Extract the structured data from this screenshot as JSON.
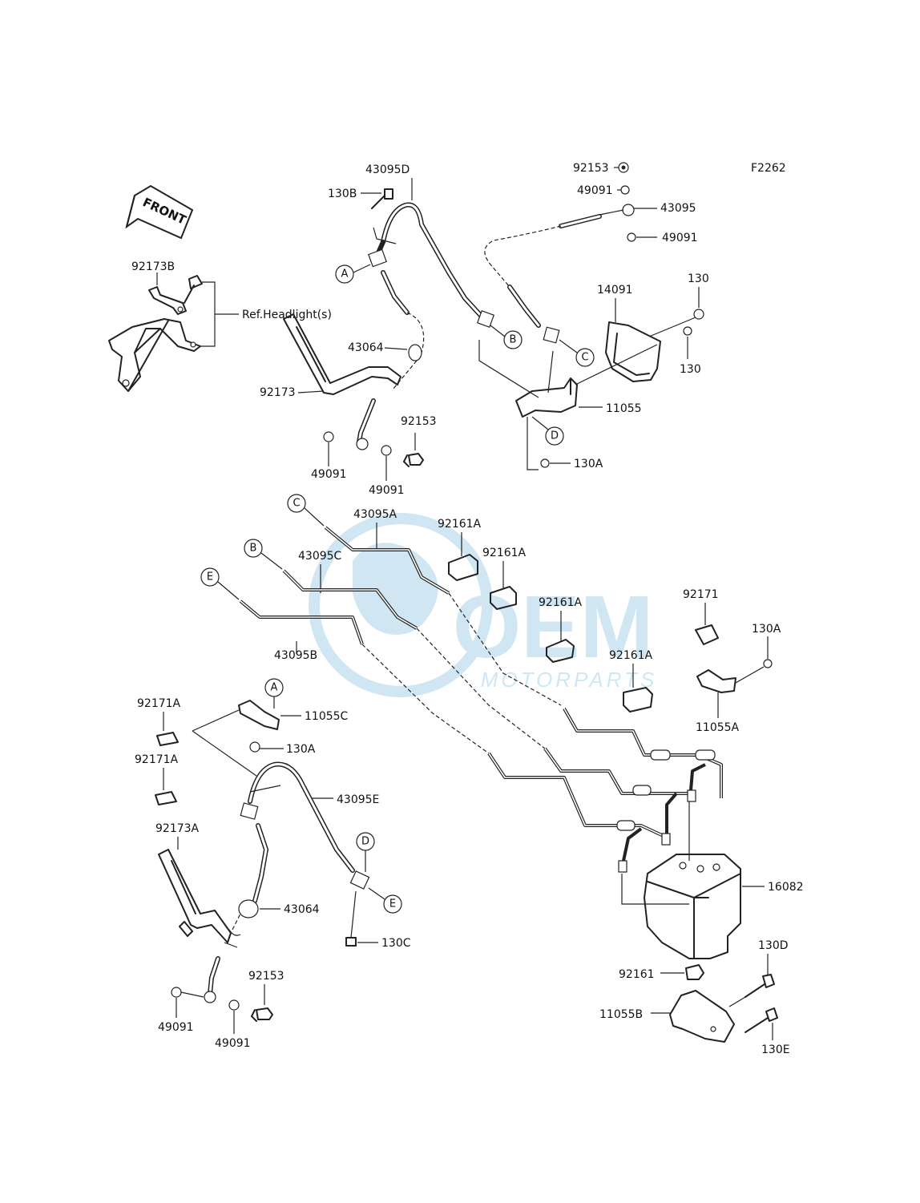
{
  "figure_code": "F2262",
  "front_label": "FRONT",
  "ref_note": "Ref.Headlight(s)",
  "watermark": {
    "brand": "OEM",
    "sub": "MOTORPARTS",
    "color": "#5aa9d6"
  },
  "callouts": [
    "A",
    "B",
    "C",
    "D",
    "E"
  ],
  "parts": {
    "p92153_top": "92153",
    "p49091_top1": "49091",
    "p43095": "43095",
    "p49091_top2": "49091",
    "p43095D": "43095D",
    "p130B": "130B",
    "p92173B": "92173B",
    "p43064_top": "43064",
    "p92173": "92173",
    "p92153_mid": "92153",
    "p49091_mid1": "49091",
    "p49091_mid2": "49091",
    "p14091": "14091",
    "p130_a": "130",
    "p130_b": "130",
    "p11055": "11055",
    "p130A_top": "130A",
    "p43095A": "43095A",
    "p43095C": "43095C",
    "p43095B": "43095B",
    "p92161A_1": "92161A",
    "p92161A_2": "92161A",
    "p92161A_3": "92161A",
    "p92161A_4": "92161A",
    "p92171": "92171",
    "p130A_right": "130A",
    "p11055A": "11055A",
    "p92171A_1": "92171A",
    "p92171A_2": "92171A",
    "p11055C": "11055C",
    "p130A_low": "130A",
    "p43095E": "43095E",
    "p92173A": "92173A",
    "p43064_low": "43064",
    "p130C": "130C",
    "p92153_low": "92153",
    "p49091_low1": "49091",
    "p49091_low2": "49091",
    "p16082": "16082",
    "p92161": "92161",
    "p130D": "130D",
    "p11055B": "11055B",
    "p130E": "130E"
  }
}
